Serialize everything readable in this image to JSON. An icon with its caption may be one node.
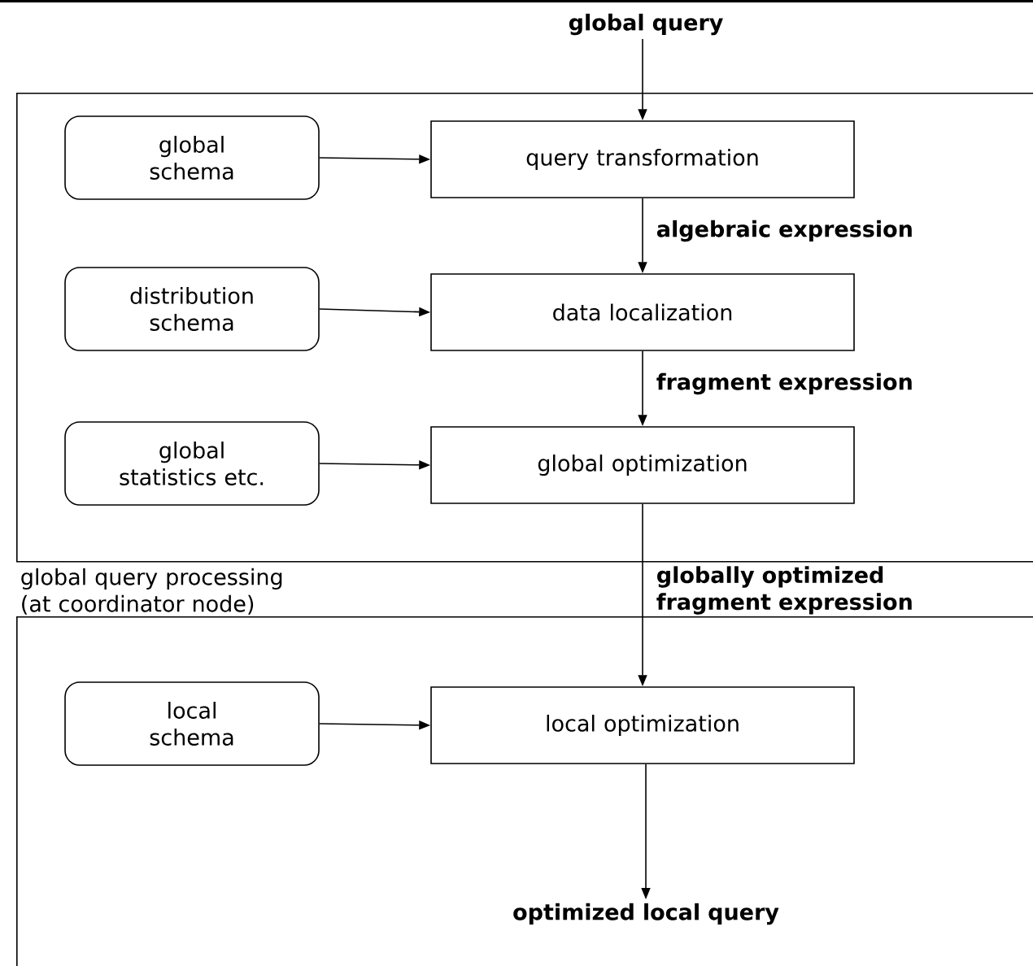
{
  "diagram": {
    "nodes": [
      {
        "text": [
          "global query"
        ]
      },
      {
        "text": [
          "global query processing (at coordinator node)"
        ]
      },
      {
        "text": [
          "global schema"
        ],
        "in": 1
      },
      {
        "text": [
          "query transformation"
        ],
        "in": 1
      },
      {
        "text": [
          "distribution schema"
        ],
        "in": 1
      },
      {
        "text": [
          "data localization"
        ],
        "in": 1
      },
      {
        "text": [
          "global statistics etc."
        ],
        "in": 1
      },
      {
        "text": [
          "global optimization"
        ],
        "in": 1
      },
      {
        "text": [],
        "shape": "box"
      },
      {
        "text": [
          "local schema"
        ],
        "in": 8
      },
      {
        "text": [
          "local optimization"
        ],
        "in": 8
      },
      {
        "text": [
          "optimized local query"
        ],
        "in": 8
      }
    ],
    "edges": [
      {
        "from": 0,
        "to": 3,
        "arrow": "to"
      },
      {
        "from": 2,
        "to": 3,
        "arrow": "to"
      },
      {
        "from": 3,
        "to": 5,
        "arrow": "to",
        "label": "algebraic expression"
      },
      {
        "from": 4,
        "to": 5,
        "arrow": "to"
      },
      {
        "from": 5,
        "to": 7,
        "arrow": "to",
        "label": "fragment expression"
      },
      {
        "from": 6,
        "to": 7,
        "arrow": "to"
      },
      {
        "from": 7,
        "to": 10,
        "arrow": "to",
        "label": "globally optimized fragment expression"
      },
      {
        "from": 9,
        "to": 10,
        "arrow": "to"
      },
      {
        "from": 10,
        "to": 11,
        "arrow": "to"
      }
    ]
  }
}
